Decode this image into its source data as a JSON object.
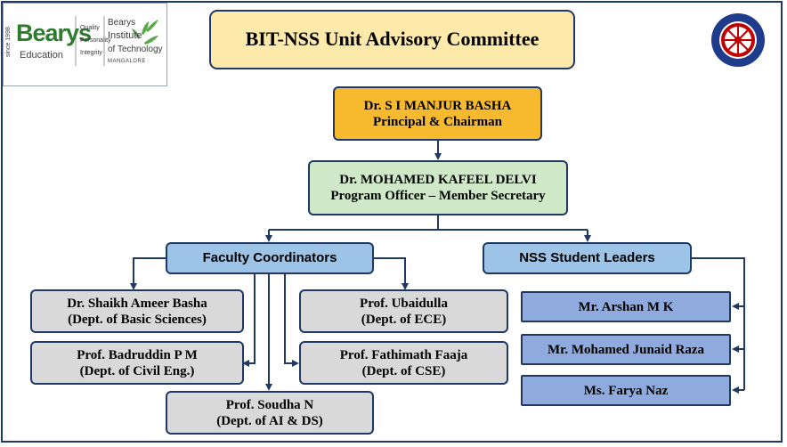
{
  "title": "BIT-NSS Unit Advisory Committee",
  "logo": {
    "since": "since 1998",
    "brand": "Bearys",
    "brand_sub": "Education",
    "values": [
      "Quality",
      "Personality",
      "Integrity"
    ],
    "institute_line1": "Bearys",
    "institute_line2": "Institute",
    "institute_line3": "of Technology",
    "institute_city": "MANGALORE"
  },
  "nss_emblem": {
    "icon": "nss-emblem",
    "colors": {
      "outer": "#1f3b8c",
      "ring": "#c00000"
    }
  },
  "principal": {
    "name": "Dr. S I MANJUR BASHA",
    "role": "Principal & Chairman"
  },
  "program_officer": {
    "name": "Dr. MOHAMED KAFEEL DELVI",
    "role": "Program Officer – Member Secretary"
  },
  "faculty": {
    "heading": "Faculty Coordinators",
    "members": [
      {
        "name": "Dr. Shaikh Ameer Basha",
        "dept": "(Dept. of Basic Sciences)"
      },
      {
        "name": "Prof. Badruddin P M",
        "dept": "(Dept. of Civil Eng.)"
      },
      {
        "name": "Prof. Soudha N",
        "dept": "(Dept. of AI & DS)"
      },
      {
        "name": "Prof. Ubaidulla",
        "dept": "(Dept. of ECE)"
      },
      {
        "name": "Prof. Fathimath Faaja",
        "dept": "(Dept. of CSE)"
      }
    ]
  },
  "students": {
    "heading": "NSS Student Leaders",
    "members": [
      "Mr. Arshan M K",
      "Mr. Mohamed Junaid Raza",
      "Ms. Farya Naz"
    ]
  }
}
